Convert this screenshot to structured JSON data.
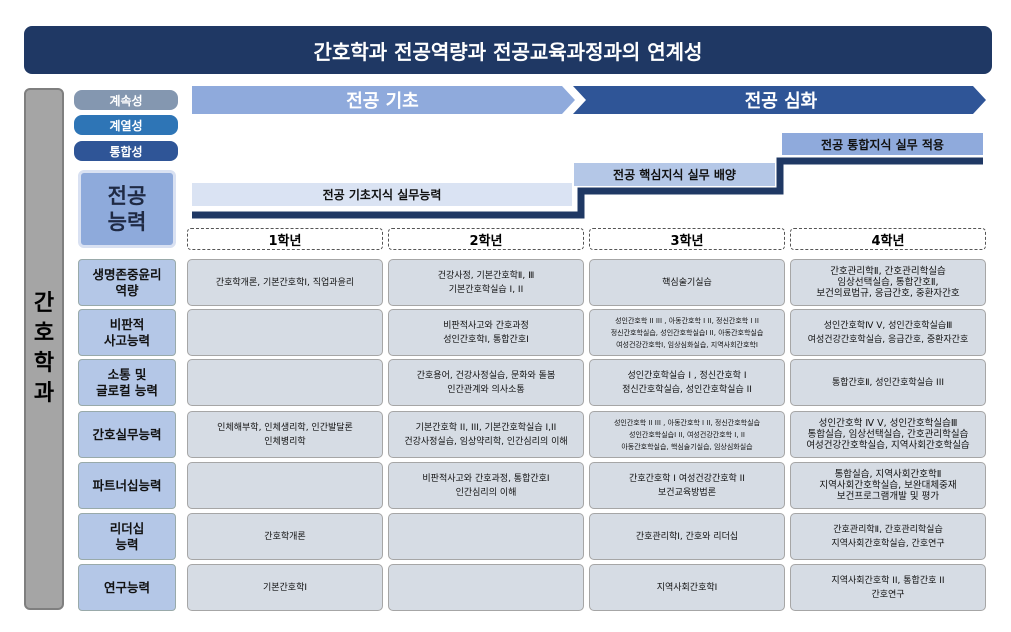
{
  "title": "간호학과 전공역량과 전공교육과정과의 연계성",
  "department": [
    "간",
    "호",
    "학",
    "과"
  ],
  "legend": [
    {
      "label": "계속성",
      "color": "#8497b0"
    },
    {
      "label": "계열성",
      "color": "#2e75b6"
    },
    {
      "label": "통합성",
      "color": "#2f5597"
    }
  ],
  "competency_label": "전공\n능력",
  "phases": {
    "basic": "전공 기초",
    "advanced": "전공 심화"
  },
  "steps": [
    "전공 기초지식 실무능력",
    "전공 핵심지식 실무 배양",
    "전공 통합지식 실무 적용"
  ],
  "years": [
    "1학년",
    "2학년",
    "3학년",
    "4학년"
  ],
  "rows": [
    {
      "label": "생명존중윤리\n역량",
      "cells": [
        "간호학개론, 기본간호학Ⅰ, 직업과윤리",
        "건강사정, 기본간호학Ⅱ, Ⅲ\n기본간호학실습 I, II",
        "핵심술기실습",
        "간호관리학Ⅱ, 간호관리학실습\n임상선택실습, 통합간호Ⅱ,\n보건의료법규, 응급간호, 중환자간호"
      ]
    },
    {
      "label": "비판적\n사고능력",
      "cells": [
        "",
        "비판적사고와 간호과정\n성인간호학Ⅰ, 통합간호Ⅰ",
        "성인간호학 II III , 아동간호학 I II, 정신간호학 I II\n정신간호학실습, 성인간호학실습Ⅰ II, 아동간호학실습\n여성건강간호학Ⅰ, 임상심화실습, 지역사회간호학Ⅰ",
        "성인간호학Ⅳ V, 성인간호학실습Ⅲ\n여성건강간호학실습, 응급간호, 중환자간호"
      ]
    },
    {
      "label": "소통 및\n글로컬 능력",
      "cells": [
        "",
        "간호용어, 건강사정실습, 문화와 돌봄\n인간관계와 의사소통",
        "성인간호학실습 I , 정신간호학 I\n정신간호학실습, 성인간호학실습 II",
        "통합간호Ⅱ, 성인간호학실습 III"
      ]
    },
    {
      "label": "간호실무능력",
      "cells": [
        "인체해부학, 인체생리학, 인간발달론\n인체병리학",
        "기본간호학 II, III, 기본간호학실습 I,II\n건강사정실습, 임상약리학, 인간심리의 이해",
        "성인간호학 II III , 아동간호학 I II, 정신간호학실습\n성인간호학실습Ⅰ II, 여성건강간호학 I, II\n아동간호학실습,  핵심술기실습,  임상심화실습",
        "성인간호학 Ⅳ V, 성인간호학실습Ⅲ\n통합실습, 임상선택실습, 간호관리학실습\n여성건강간호학실습, 지역사회간호학실습"
      ]
    },
    {
      "label": "파트너십능력",
      "cells": [
        "",
        "비판적사고와 간호과정, 통합간호Ⅰ\n인간심리의 이해",
        "간호간호학 I  여성건강간호학 II\n보건교육방법론",
        "통합실습, 지역사회간호학Ⅱ\n지역사회간호학실습, 보완대체중재\n보건프로그램개발 및 평가"
      ]
    },
    {
      "label": "리더십\n능력",
      "cells": [
        "간호학개론",
        "",
        "간호관리학Ⅰ, 간호와 리더십",
        "간호관리학Ⅱ, 간호관리학실습\n지역사회간호학실습, 간호연구"
      ]
    },
    {
      "label": "연구능력",
      "cells": [
        "기본간호학Ⅰ",
        "",
        "지역사회간호학Ⅰ",
        "지역사회간호학 II, 통합간호 II\n간호연구"
      ]
    }
  ]
}
